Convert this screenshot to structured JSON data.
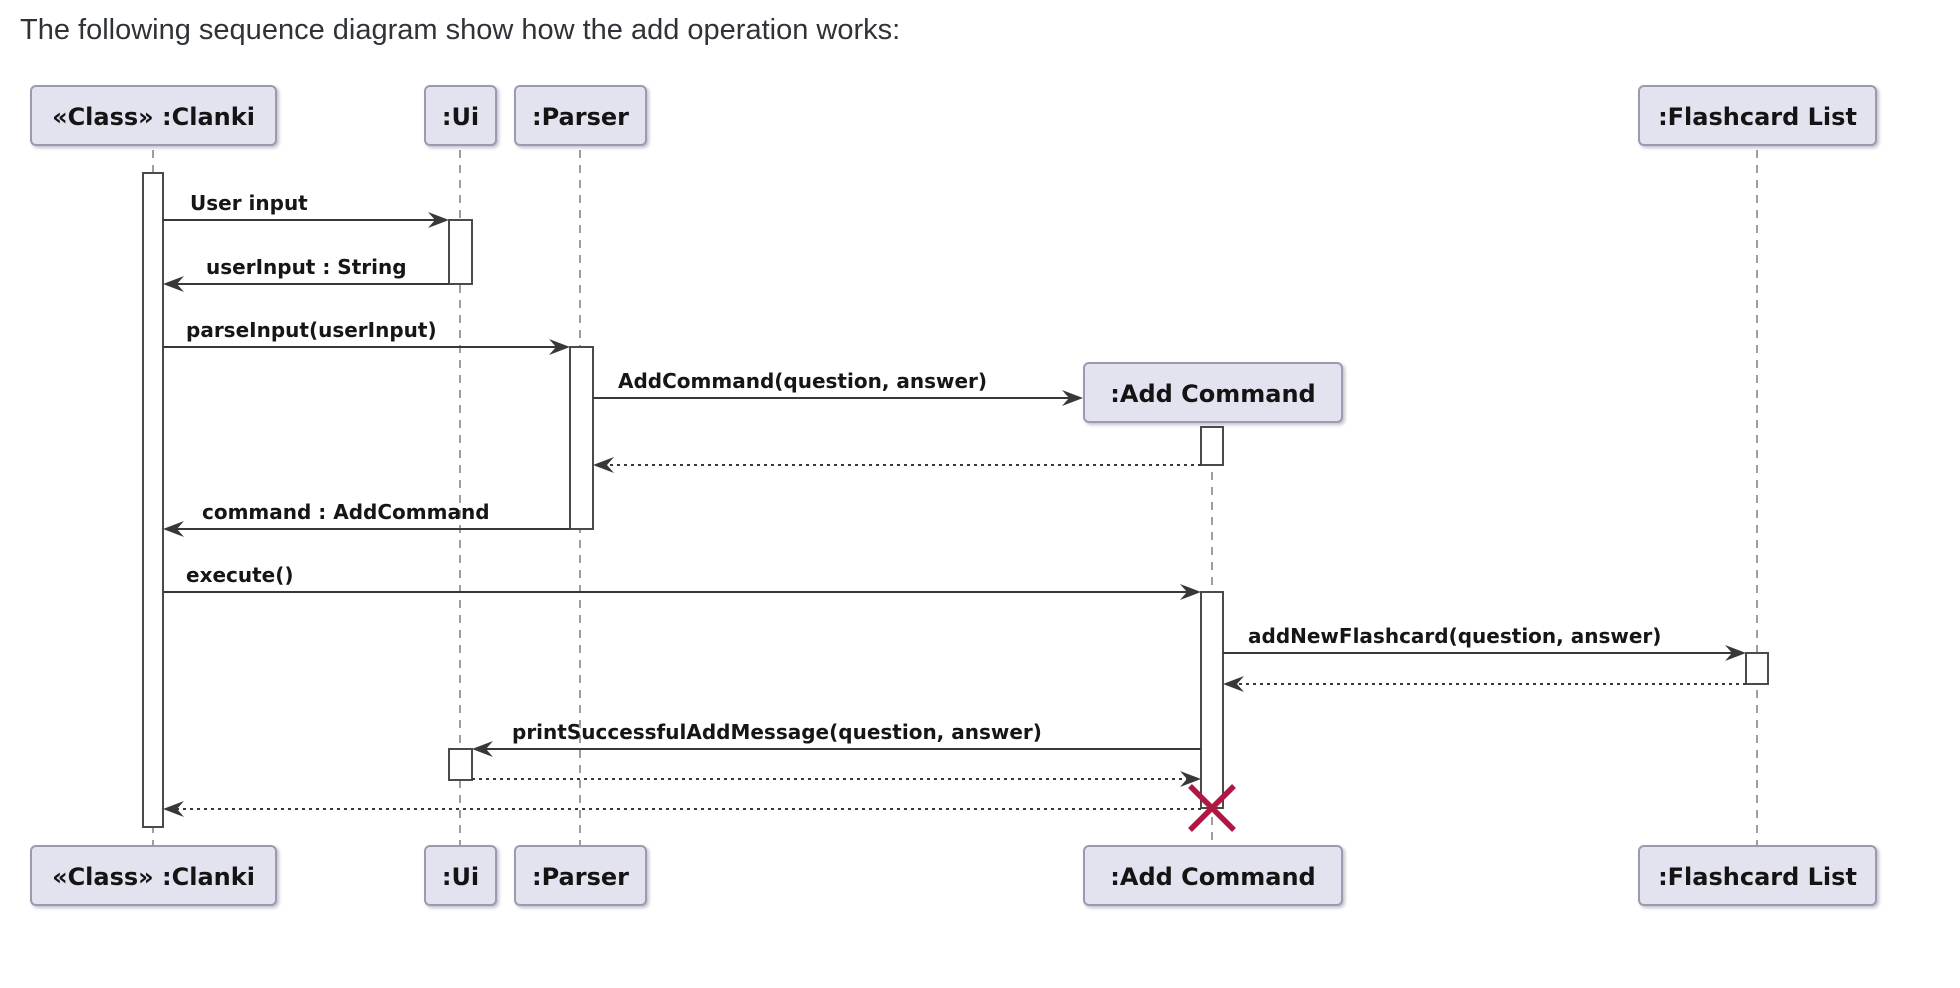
{
  "title": "The following sequence diagram show how the add operation works:",
  "diagram": {
    "type": "uml-sequence-diagram",
    "participants": [
      {
        "id": "clanki",
        "label": "«Class» :Clanki"
      },
      {
        "id": "ui",
        "label": ":Ui"
      },
      {
        "id": "parser",
        "label": ":Parser"
      },
      {
        "id": "add-command",
        "label": ":Add Command",
        "created_mid_diagram": true,
        "destroyed": true
      },
      {
        "id": "flashcard-list",
        "label": ":Flashcard List"
      }
    ],
    "messages": [
      {
        "from": "clanki",
        "to": "ui",
        "label": "User input",
        "line": "solid"
      },
      {
        "from": "ui",
        "to": "clanki",
        "label": "userInput : String",
        "line": "solid"
      },
      {
        "from": "clanki",
        "to": "parser",
        "label": "parseInput(userInput)",
        "line": "solid"
      },
      {
        "from": "parser",
        "to": "add-command",
        "label": "AddCommand(question, answer)",
        "line": "solid",
        "creates": "add-command"
      },
      {
        "from": "add-command",
        "to": "parser",
        "label": "",
        "line": "dotted-return"
      },
      {
        "from": "parser",
        "to": "clanki",
        "label": "command : AddCommand",
        "line": "solid"
      },
      {
        "from": "clanki",
        "to": "add-command",
        "label": "execute()",
        "line": "solid"
      },
      {
        "from": "add-command",
        "to": "flashcard-list",
        "label": "addNewFlashcard(question, answer)",
        "line": "solid"
      },
      {
        "from": "flashcard-list",
        "to": "add-command",
        "label": "",
        "line": "dotted-return"
      },
      {
        "from": "add-command",
        "to": "ui",
        "label": "printSuccessfulAddMessage(question, answer)",
        "line": "solid"
      },
      {
        "from": "ui",
        "to": "add-command",
        "label": "",
        "line": "dotted-return"
      },
      {
        "from": "add-command",
        "to": "clanki",
        "label": "",
        "line": "dotted-return"
      }
    ],
    "destroy": {
      "participant": "add-command",
      "symbol": "x"
    },
    "colors": {
      "background": "#FFFFFF",
      "participant_fill": "#E3E3F0",
      "participant_border": "#9A9AB0",
      "arrow": "#383838",
      "lifeline": "#7F7F7F",
      "activation_fill": "#FFFFFF",
      "activation_border": "#4A4A4A",
      "destroy_x": "#B21743",
      "title_text": "#2F3338"
    }
  }
}
